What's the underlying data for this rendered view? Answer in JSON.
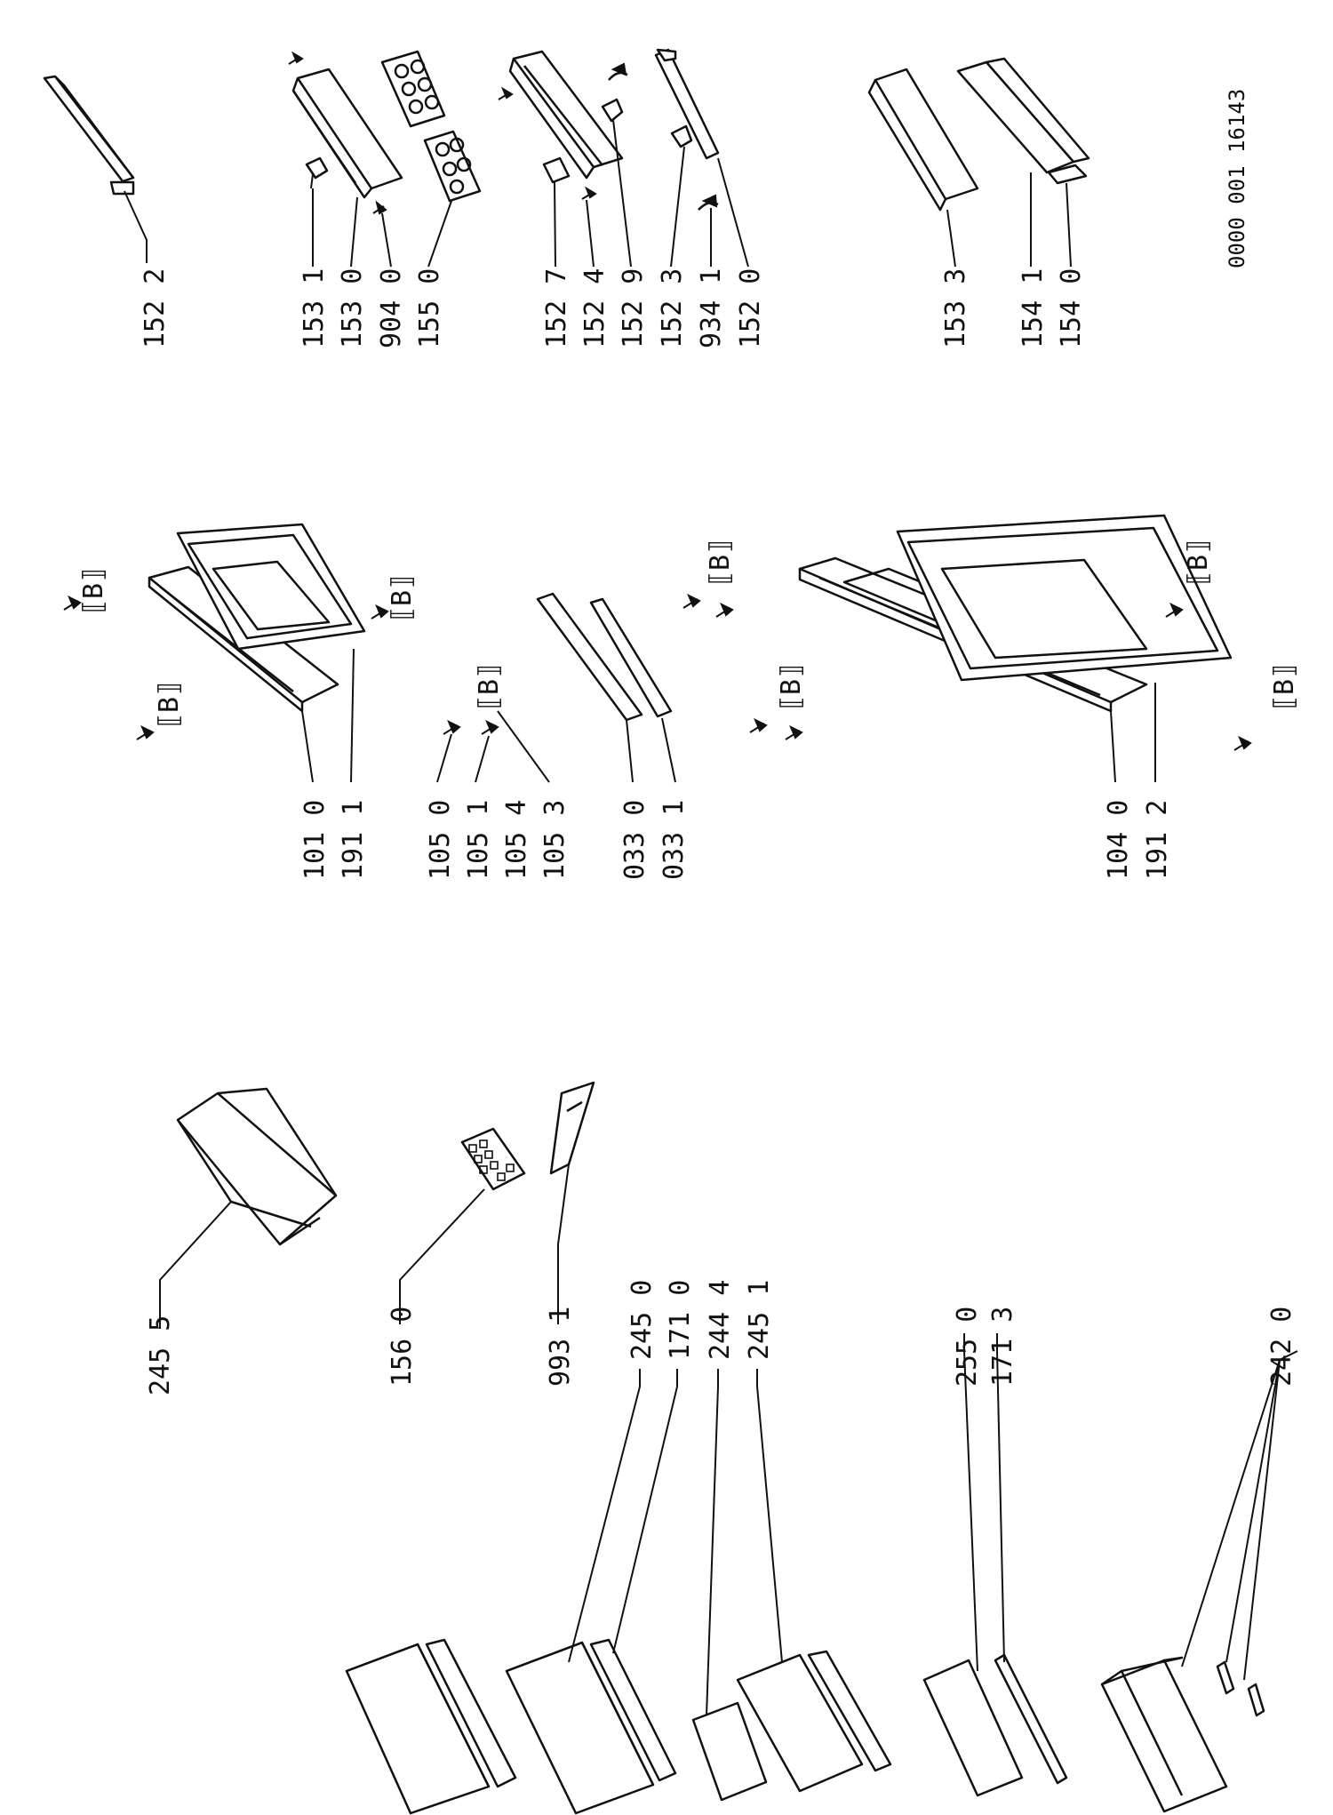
{
  "drawing_number": "0000 001  16143",
  "bracket_symbol": "⟦B⟧",
  "labels": {
    "l_1522": "152 2",
    "l_1531": "153 1",
    "l_1530": "153 0",
    "l_9040": "904 0",
    "l_1550": "155 0",
    "l_1527": "152 7",
    "l_1524": "152 4",
    "l_1529": "152 9",
    "l_1523": "152 3",
    "l_9341": "934 1",
    "l_1520": "152 0",
    "l_1533": "153 3",
    "l_1541": "154 1",
    "l_1540": "154 0",
    "l_1010": "101 0",
    "l_1911": "191 1",
    "l_1050": "105 0",
    "l_1051": "105 1",
    "l_1054": "105 4",
    "l_1053": "105 3",
    "l_0330": "033 0",
    "l_0331": "033 1",
    "l_1040": "104 0",
    "l_1912": "191 2",
    "l_2455": "245 5",
    "l_1560": "156 0",
    "l_9931": "993 1",
    "l_2450": "245 0",
    "l_1710": "171 0",
    "l_2444": "244 4",
    "l_2451": "245 1",
    "l_2550": "255 0",
    "l_1713": "171 3",
    "l_2420": "242 0"
  },
  "icons": [
    "screw-icon",
    "bracket-symbol-icon",
    "egg-tray-icon",
    "hinge-icon",
    "wire-shelf-icon"
  ]
}
